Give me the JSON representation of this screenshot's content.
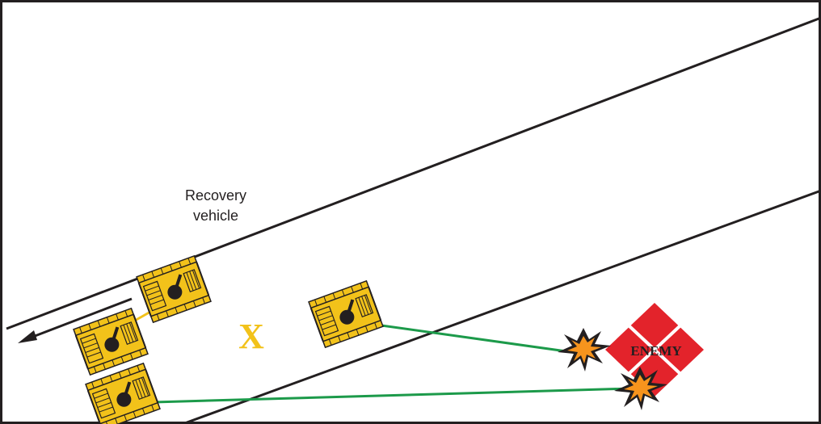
{
  "labels": {
    "recovery_line1": "Recovery",
    "recovery_line2": "vehicle",
    "x_marker": "X",
    "enemy": "ENEMY"
  },
  "colors": {
    "tank_body": "#f2c21a",
    "tank_outline": "#231f20",
    "fire_line": "#1c9a4a",
    "tow_line": "#f2c21a",
    "enemy_fill": "#e3232b",
    "x_marker": "#f2c21a",
    "explosion_outer": "#231f20",
    "explosion_inner": "#f7941d"
  },
  "icons": {
    "tank": "tank-icon",
    "explosion": "explosion-icon",
    "enemy": "enemy-position-icon",
    "arrow": "movement-arrow-icon"
  }
}
